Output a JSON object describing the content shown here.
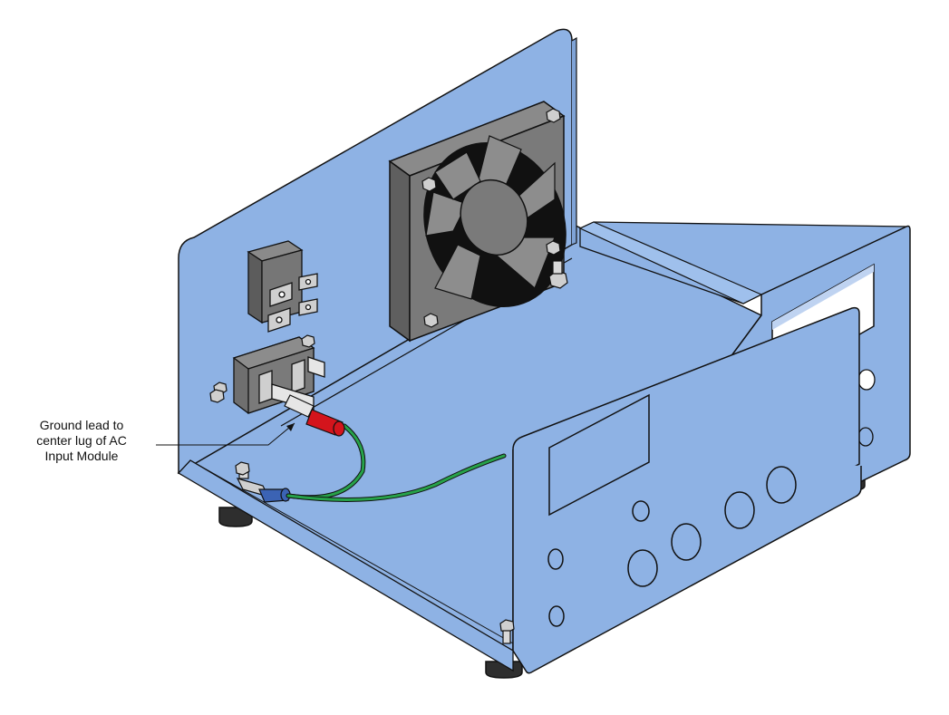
{
  "callout": {
    "lines": [
      "Ground lead to",
      "center lug of AC",
      "Input Module"
    ]
  },
  "colors": {
    "chassis_fill": "#8eb2e4",
    "chassis_shade": "#7fa3d6",
    "outline": "#111111",
    "fan_frame": "#7a7a7a",
    "fan_blade": "#8d8d8d",
    "module_body": "#6f6f6f",
    "ground_wire": "#27a24a",
    "red_terminal": "#d4141c",
    "blue_terminal": "#3b63b4",
    "foot": "#2e2e2e",
    "hardware_tab": "#cfcfcf"
  },
  "icons": [
    "fan-icon",
    "ac-input-module-icon",
    "relay-icon",
    "ring-terminal-icon",
    "hex-nut-icon"
  ]
}
